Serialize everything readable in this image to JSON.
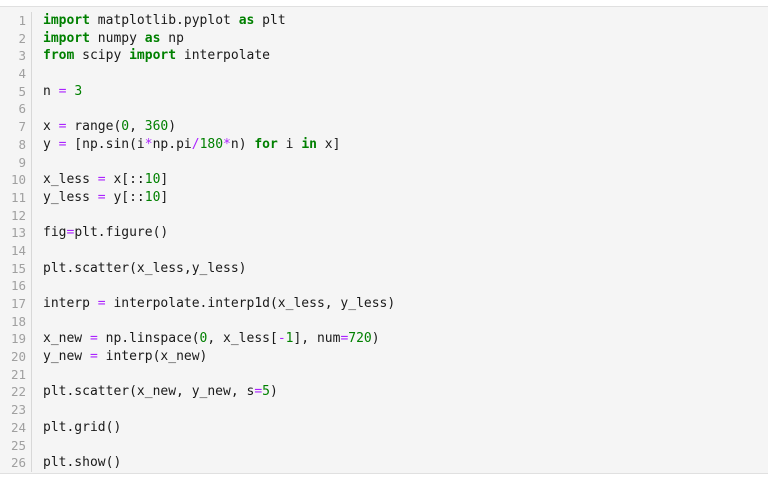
{
  "editor": {
    "language": "python",
    "first_line_number": 1,
    "total_lines": 26,
    "colors": {
      "background": "#f5f5f5",
      "page_background": "#ffffff",
      "border": "#e0e0e0",
      "gutter_separator": "#d8d8d8",
      "line_number": "#a0a0a0",
      "text": "#1a1a1a",
      "keyword": "#008000",
      "number": "#008000",
      "operator": "#aa22ff"
    },
    "line_numbers": [
      "1",
      "2",
      "3",
      "4",
      "5",
      "6",
      "7",
      "8",
      "9",
      "10",
      "11",
      "12",
      "13",
      "14",
      "15",
      "16",
      "17",
      "18",
      "19",
      "20",
      "21",
      "22",
      "23",
      "24",
      "25",
      "26"
    ],
    "lines": [
      {
        "n": 1,
        "text": "import matplotlib.pyplot as plt",
        "tokens": [
          {
            "t": "import",
            "k": "kw"
          },
          {
            "t": " matplotlib.pyplot ",
            "k": "plain"
          },
          {
            "t": "as",
            "k": "kw"
          },
          {
            "t": " plt",
            "k": "plain"
          }
        ]
      },
      {
        "n": 2,
        "text": "import numpy as np",
        "tokens": [
          {
            "t": "import",
            "k": "kw"
          },
          {
            "t": " numpy ",
            "k": "plain"
          },
          {
            "t": "as",
            "k": "kw"
          },
          {
            "t": " np",
            "k": "plain"
          }
        ]
      },
      {
        "n": 3,
        "text": "from scipy import interpolate",
        "tokens": [
          {
            "t": "from",
            "k": "kw"
          },
          {
            "t": " scipy ",
            "k": "plain"
          },
          {
            "t": "import",
            "k": "kw"
          },
          {
            "t": " interpolate",
            "k": "plain"
          }
        ]
      },
      {
        "n": 4,
        "text": "",
        "tokens": []
      },
      {
        "n": 5,
        "text": "n = 3",
        "tokens": [
          {
            "t": "n ",
            "k": "plain"
          },
          {
            "t": "=",
            "k": "op"
          },
          {
            "t": " ",
            "k": "plain"
          },
          {
            "t": "3",
            "k": "num"
          }
        ]
      },
      {
        "n": 6,
        "text": "",
        "tokens": []
      },
      {
        "n": 7,
        "text": "x = range(0, 360)",
        "tokens": [
          {
            "t": "x ",
            "k": "plain"
          },
          {
            "t": "=",
            "k": "op"
          },
          {
            "t": " range(",
            "k": "plain"
          },
          {
            "t": "0",
            "k": "num"
          },
          {
            "t": ", ",
            "k": "plain"
          },
          {
            "t": "360",
            "k": "num"
          },
          {
            "t": ")",
            "k": "plain"
          }
        ]
      },
      {
        "n": 8,
        "text": "y = [np.sin(i*np.pi/180*n) for i in x]",
        "tokens": [
          {
            "t": "y ",
            "k": "plain"
          },
          {
            "t": "=",
            "k": "op"
          },
          {
            "t": " [np.sin(i",
            "k": "plain"
          },
          {
            "t": "*",
            "k": "op"
          },
          {
            "t": "np.pi",
            "k": "plain"
          },
          {
            "t": "/",
            "k": "op"
          },
          {
            "t": "180",
            "k": "num"
          },
          {
            "t": "*",
            "k": "op"
          },
          {
            "t": "n) ",
            "k": "plain"
          },
          {
            "t": "for",
            "k": "kw"
          },
          {
            "t": " i ",
            "k": "plain"
          },
          {
            "t": "in",
            "k": "kw"
          },
          {
            "t": " x]",
            "k": "plain"
          }
        ]
      },
      {
        "n": 9,
        "text": "",
        "tokens": []
      },
      {
        "n": 10,
        "text": "x_less = x[::10]",
        "tokens": [
          {
            "t": "x_less ",
            "k": "plain"
          },
          {
            "t": "=",
            "k": "op"
          },
          {
            "t": " x[::",
            "k": "plain"
          },
          {
            "t": "10",
            "k": "num"
          },
          {
            "t": "]",
            "k": "plain"
          }
        ]
      },
      {
        "n": 11,
        "text": "y_less = y[::10]",
        "tokens": [
          {
            "t": "y_less ",
            "k": "plain"
          },
          {
            "t": "=",
            "k": "op"
          },
          {
            "t": " y[::",
            "k": "plain"
          },
          {
            "t": "10",
            "k": "num"
          },
          {
            "t": "]",
            "k": "plain"
          }
        ]
      },
      {
        "n": 12,
        "text": "",
        "tokens": []
      },
      {
        "n": 13,
        "text": "fig=plt.figure()",
        "tokens": [
          {
            "t": "fig",
            "k": "plain"
          },
          {
            "t": "=",
            "k": "op"
          },
          {
            "t": "plt.figure()",
            "k": "plain"
          }
        ]
      },
      {
        "n": 14,
        "text": "",
        "tokens": []
      },
      {
        "n": 15,
        "text": "plt.scatter(x_less,y_less)",
        "tokens": [
          {
            "t": "plt.scatter(x_less,y_less)",
            "k": "plain"
          }
        ]
      },
      {
        "n": 16,
        "text": "",
        "tokens": []
      },
      {
        "n": 17,
        "text": "interp = interpolate.interp1d(x_less, y_less)",
        "tokens": [
          {
            "t": "interp ",
            "k": "plain"
          },
          {
            "t": "=",
            "k": "op"
          },
          {
            "t": " interpolate.interp1d(x_less, y_less)",
            "k": "plain"
          }
        ]
      },
      {
        "n": 18,
        "text": "",
        "tokens": []
      },
      {
        "n": 19,
        "text": "x_new = np.linspace(0, x_less[-1], num=720)",
        "tokens": [
          {
            "t": "x_new ",
            "k": "plain"
          },
          {
            "t": "=",
            "k": "op"
          },
          {
            "t": " np.linspace(",
            "k": "plain"
          },
          {
            "t": "0",
            "k": "num"
          },
          {
            "t": ", x_less[",
            "k": "plain"
          },
          {
            "t": "-",
            "k": "op"
          },
          {
            "t": "1",
            "k": "num"
          },
          {
            "t": "], num",
            "k": "plain"
          },
          {
            "t": "=",
            "k": "op"
          },
          {
            "t": "720",
            "k": "num"
          },
          {
            "t": ")",
            "k": "plain"
          }
        ]
      },
      {
        "n": 20,
        "text": "y_new = interp(x_new)",
        "tokens": [
          {
            "t": "y_new ",
            "k": "plain"
          },
          {
            "t": "=",
            "k": "op"
          },
          {
            "t": " interp(x_new)",
            "k": "plain"
          }
        ]
      },
      {
        "n": 21,
        "text": "",
        "tokens": []
      },
      {
        "n": 22,
        "text": "plt.scatter(x_new, y_new, s=5)",
        "tokens": [
          {
            "t": "plt.scatter(x_new, y_new, s",
            "k": "plain"
          },
          {
            "t": "=",
            "k": "op"
          },
          {
            "t": "5",
            "k": "num"
          },
          {
            "t": ")",
            "k": "plain"
          }
        ]
      },
      {
        "n": 23,
        "text": "",
        "tokens": []
      },
      {
        "n": 24,
        "text": "plt.grid()",
        "tokens": [
          {
            "t": "plt.grid()",
            "k": "plain"
          }
        ]
      },
      {
        "n": 25,
        "text": "",
        "tokens": []
      },
      {
        "n": 26,
        "text": "plt.show()",
        "tokens": [
          {
            "t": "plt.show()",
            "k": "plain"
          }
        ]
      }
    ]
  }
}
